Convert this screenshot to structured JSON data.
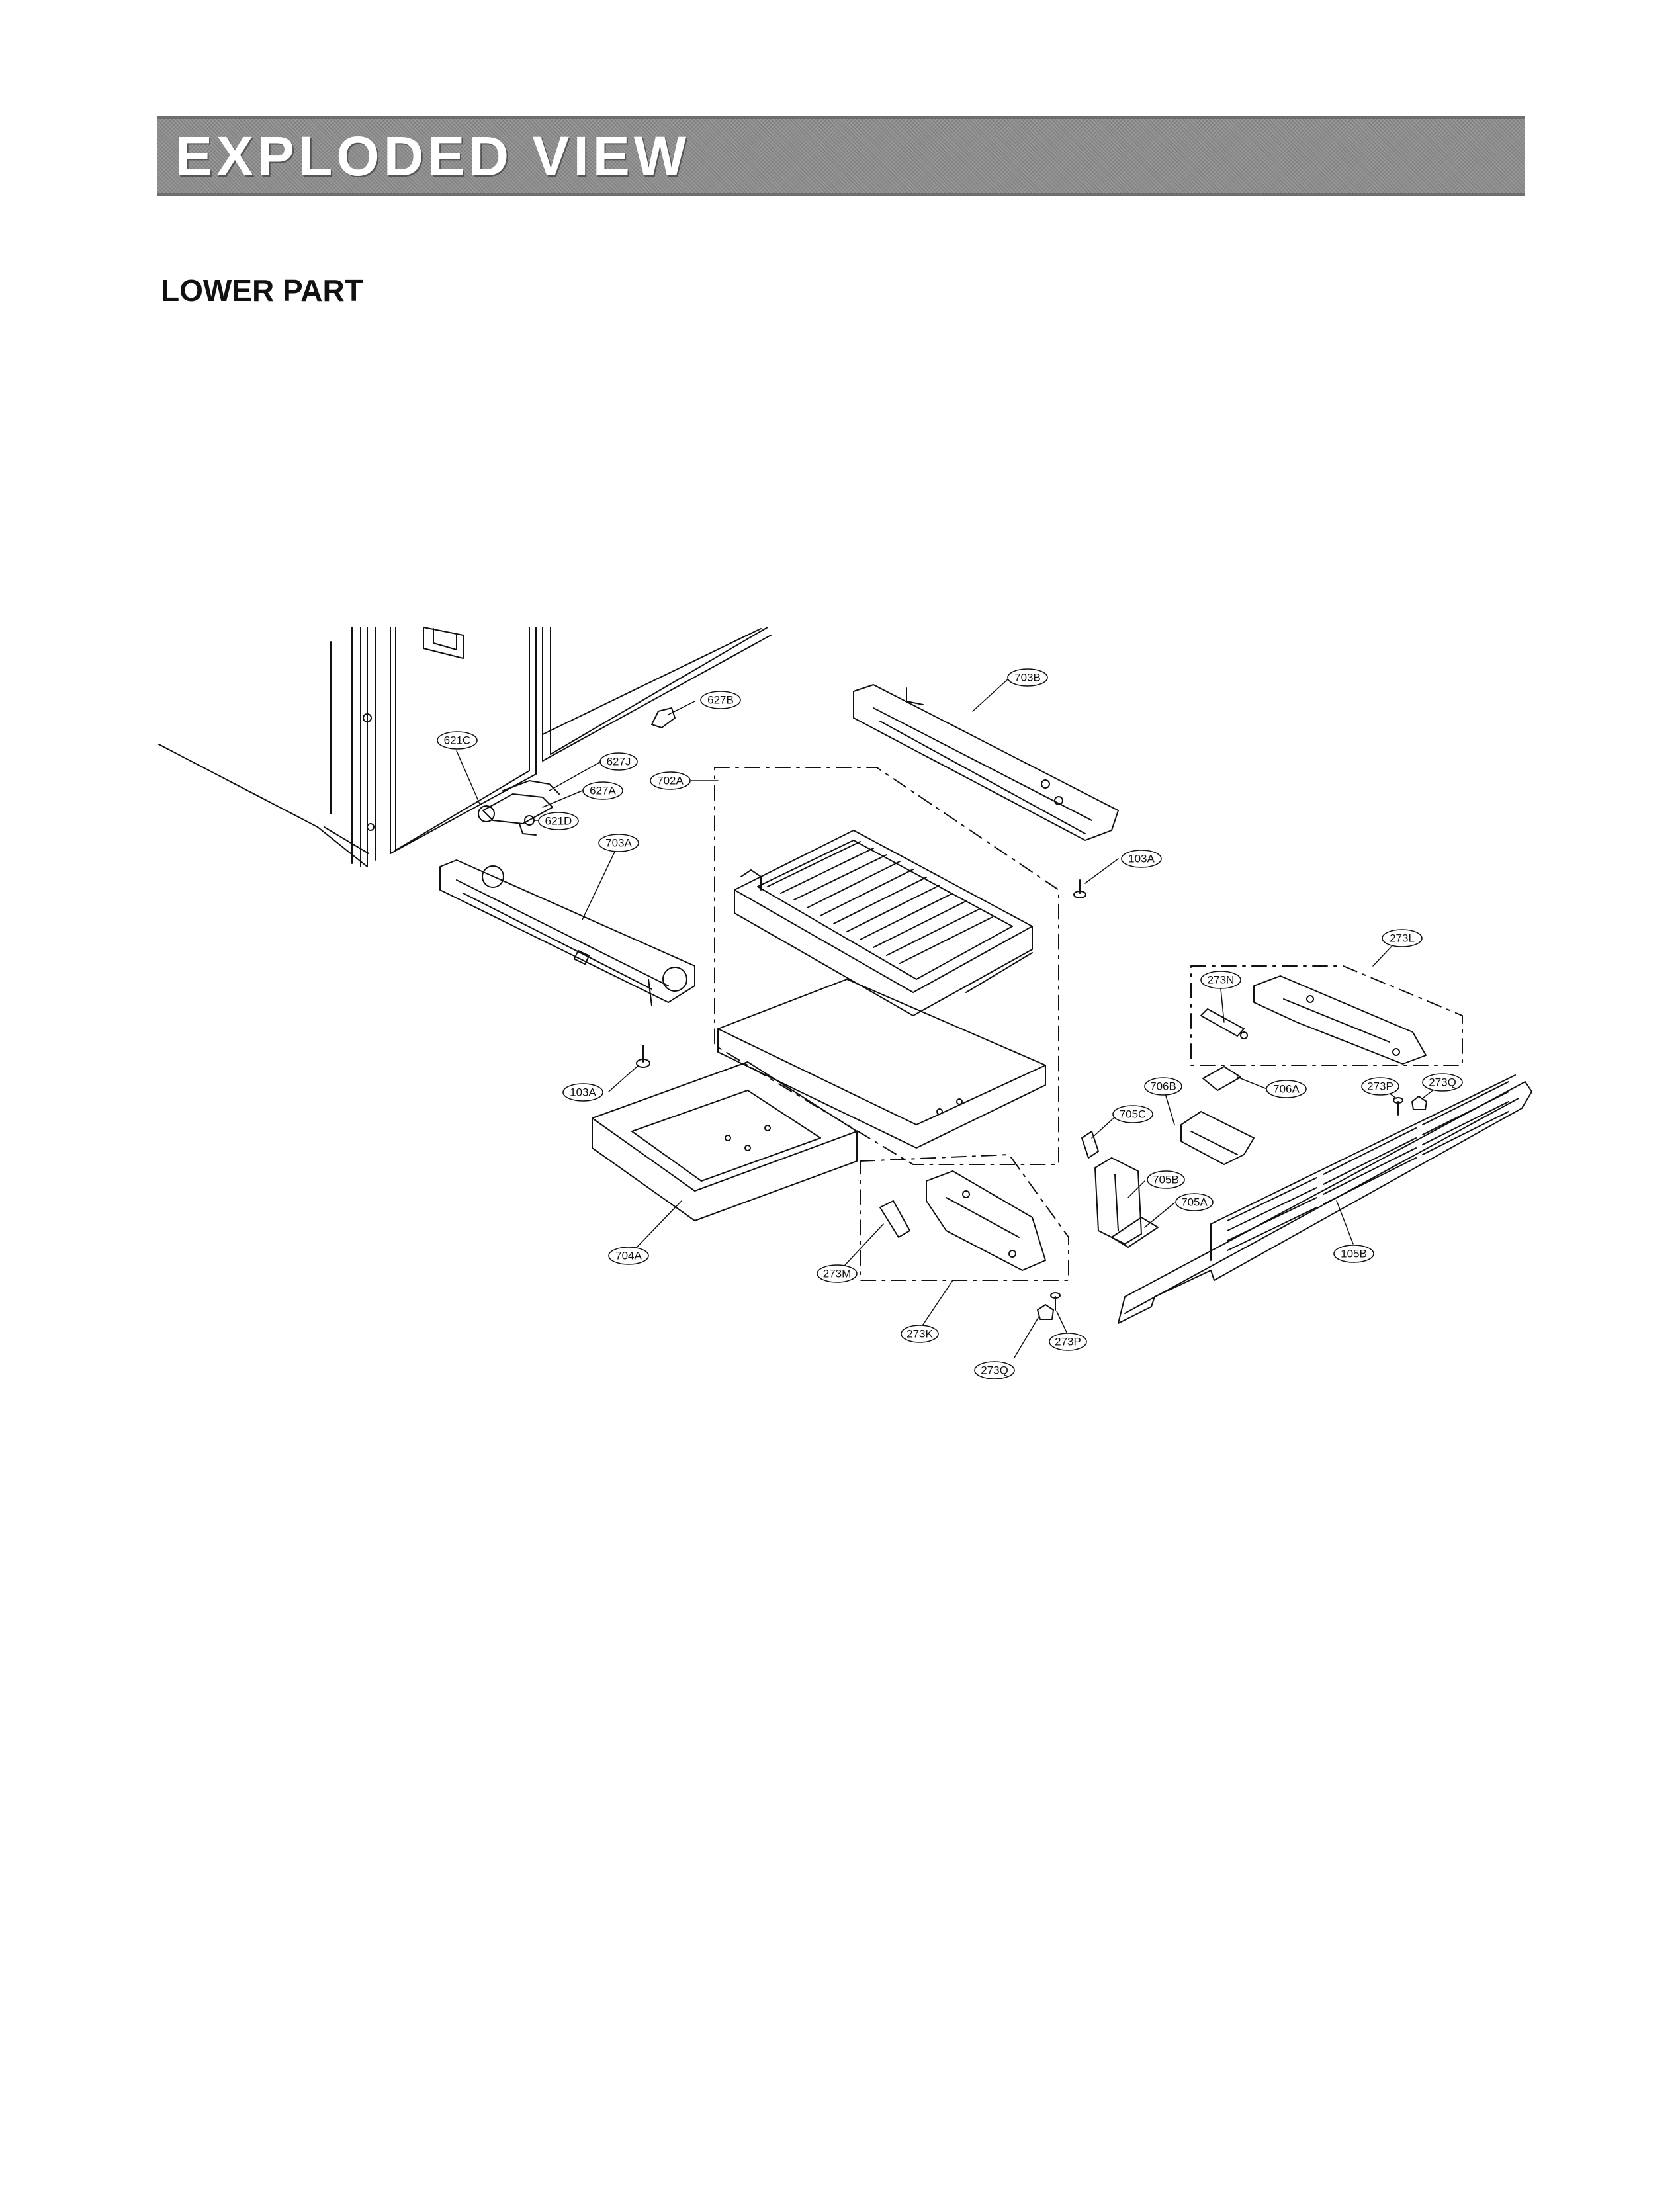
{
  "header": {
    "title": "EXPLODED VIEW"
  },
  "section": {
    "title": "LOWER PART"
  },
  "callouts": [
    {
      "id": "c-703B",
      "label": "703B"
    },
    {
      "id": "c-627B",
      "label": "627B"
    },
    {
      "id": "c-621C",
      "label": "621C"
    },
    {
      "id": "c-627J",
      "label": "627J"
    },
    {
      "id": "c-702A",
      "label": "702A"
    },
    {
      "id": "c-627A",
      "label": "627A"
    },
    {
      "id": "c-621D",
      "label": "621D"
    },
    {
      "id": "c-703A",
      "label": "703A"
    },
    {
      "id": "c-103A-r",
      "label": "103A"
    },
    {
      "id": "c-273L",
      "label": "273L"
    },
    {
      "id": "c-273N",
      "label": "273N"
    },
    {
      "id": "c-103A-l",
      "label": "103A"
    },
    {
      "id": "c-706B",
      "label": "706B"
    },
    {
      "id": "c-706A",
      "label": "706A"
    },
    {
      "id": "c-273P-r",
      "label": "273P"
    },
    {
      "id": "c-273Q-r",
      "label": "273Q"
    },
    {
      "id": "c-705C",
      "label": "705C"
    },
    {
      "id": "c-705B",
      "label": "705B"
    },
    {
      "id": "c-705A",
      "label": "705A"
    },
    {
      "id": "c-704A",
      "label": "704A"
    },
    {
      "id": "c-105B",
      "label": "105B"
    },
    {
      "id": "c-273M",
      "label": "273M"
    },
    {
      "id": "c-273K",
      "label": "273K"
    },
    {
      "id": "c-273P-b",
      "label": "273P"
    },
    {
      "id": "c-273Q-b",
      "label": "273Q"
    }
  ]
}
